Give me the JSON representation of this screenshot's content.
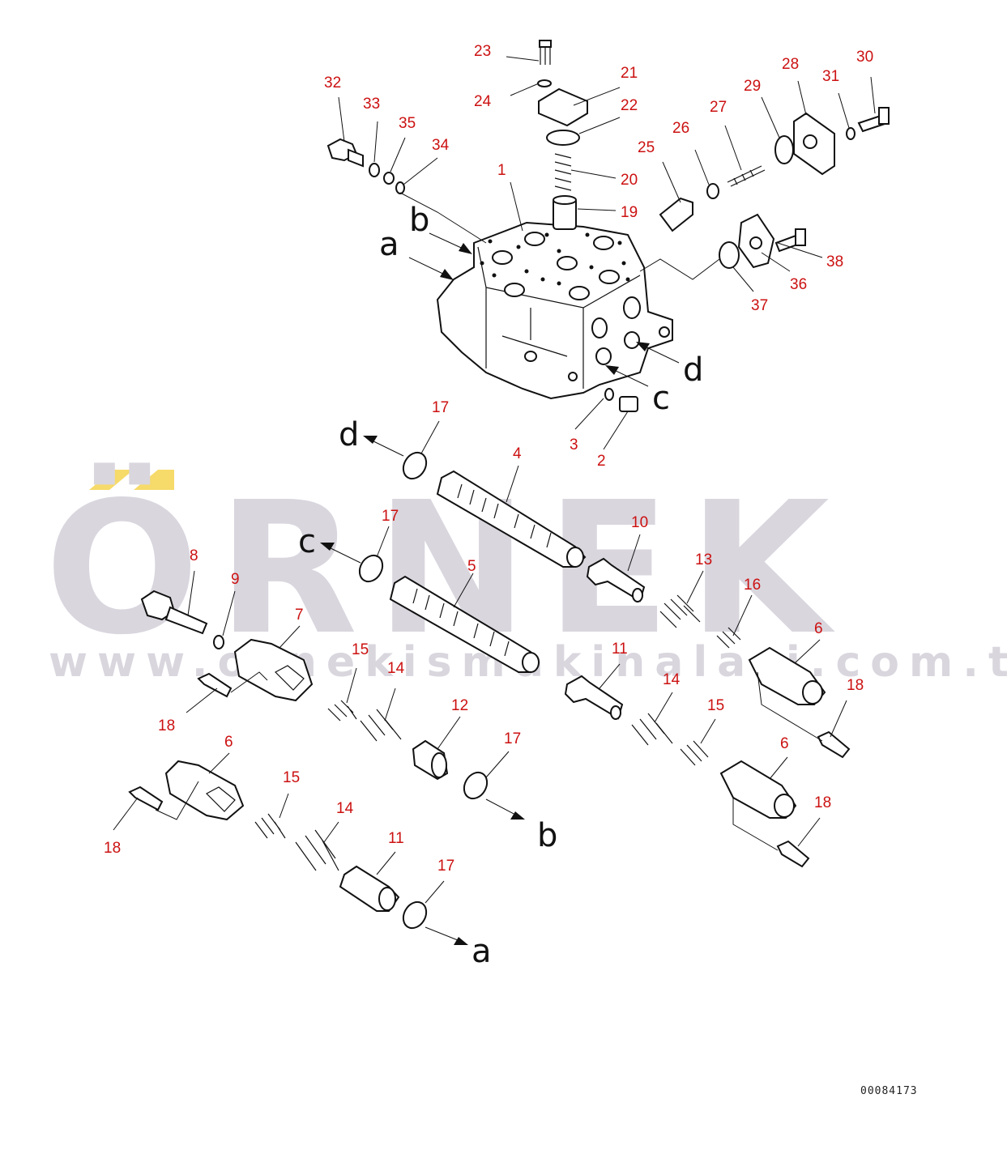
{
  "watermark": {
    "brand": "ÖRNEK",
    "url": "www.ornekismakinalari.com.tr",
    "accent_color": "#f6da6a",
    "text_color": "#d9d6de"
  },
  "drawing_code": "00084173",
  "colors": {
    "callout": "#cc1111",
    "line": "#111111"
  },
  "callouts": [
    {
      "id": "c1",
      "label": "1"
    },
    {
      "id": "c2",
      "label": "2"
    },
    {
      "id": "c3",
      "label": "3"
    },
    {
      "id": "c4",
      "label": "4"
    },
    {
      "id": "c5",
      "label": "5"
    },
    {
      "id": "c6a",
      "label": "6"
    },
    {
      "id": "c6b",
      "label": "6"
    },
    {
      "id": "c6c",
      "label": "6"
    },
    {
      "id": "c7",
      "label": "7"
    },
    {
      "id": "c8",
      "label": "8"
    },
    {
      "id": "c9",
      "label": "9"
    },
    {
      "id": "c10",
      "label": "10"
    },
    {
      "id": "c11a",
      "label": "11"
    },
    {
      "id": "c11b",
      "label": "11"
    },
    {
      "id": "c12",
      "label": "12"
    },
    {
      "id": "c13",
      "label": "13"
    },
    {
      "id": "c14a",
      "label": "14"
    },
    {
      "id": "c14b",
      "label": "14"
    },
    {
      "id": "c14c",
      "label": "14"
    },
    {
      "id": "c15a",
      "label": "15"
    },
    {
      "id": "c15b",
      "label": "15"
    },
    {
      "id": "c15c",
      "label": "15"
    },
    {
      "id": "c16",
      "label": "16"
    },
    {
      "id": "c17a",
      "label": "17"
    },
    {
      "id": "c17b",
      "label": "17"
    },
    {
      "id": "c17c",
      "label": "17"
    },
    {
      "id": "c17d",
      "label": "17"
    },
    {
      "id": "c18a",
      "label": "18"
    },
    {
      "id": "c18b",
      "label": "18"
    },
    {
      "id": "c18c",
      "label": "18"
    },
    {
      "id": "c18d",
      "label": "18"
    },
    {
      "id": "c19",
      "label": "19"
    },
    {
      "id": "c20",
      "label": "20"
    },
    {
      "id": "c21",
      "label": "21"
    },
    {
      "id": "c22",
      "label": "22"
    },
    {
      "id": "c23",
      "label": "23"
    },
    {
      "id": "c24",
      "label": "24"
    },
    {
      "id": "c25",
      "label": "25"
    },
    {
      "id": "c26",
      "label": "26"
    },
    {
      "id": "c27",
      "label": "27"
    },
    {
      "id": "c28",
      "label": "28"
    },
    {
      "id": "c29",
      "label": "29"
    },
    {
      "id": "c30",
      "label": "30"
    },
    {
      "id": "c31",
      "label": "31"
    },
    {
      "id": "c32",
      "label": "32"
    },
    {
      "id": "c33",
      "label": "33"
    },
    {
      "id": "c34",
      "label": "34"
    },
    {
      "id": "c35",
      "label": "35"
    },
    {
      "id": "c36",
      "label": "36"
    },
    {
      "id": "c37",
      "label": "37"
    },
    {
      "id": "c38",
      "label": "38"
    }
  ],
  "flow_letters": [
    {
      "id": "la1",
      "label": "a"
    },
    {
      "id": "lb1",
      "label": "b"
    },
    {
      "id": "lc1",
      "label": "c"
    },
    {
      "id": "ld1",
      "label": "d"
    },
    {
      "id": "ld2",
      "label": "d"
    },
    {
      "id": "lc2",
      "label": "c"
    },
    {
      "id": "lb2",
      "label": "b"
    },
    {
      "id": "la2",
      "label": "a"
    }
  ]
}
